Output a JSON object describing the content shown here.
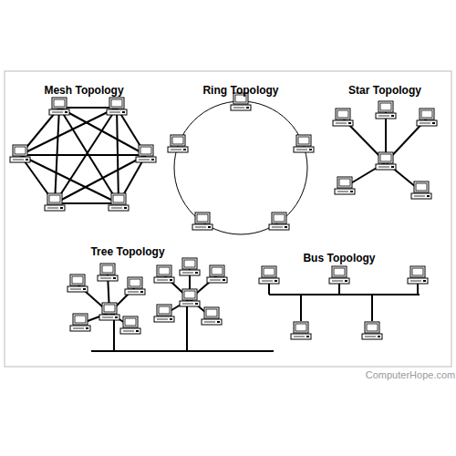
{
  "diagram": {
    "labels": [
      "Mesh Topology",
      "Ring Topology",
      "Star Topology",
      "Tree Topology",
      "Bus Topology",
      "ComputerHope.com"
    ]
  }
}
